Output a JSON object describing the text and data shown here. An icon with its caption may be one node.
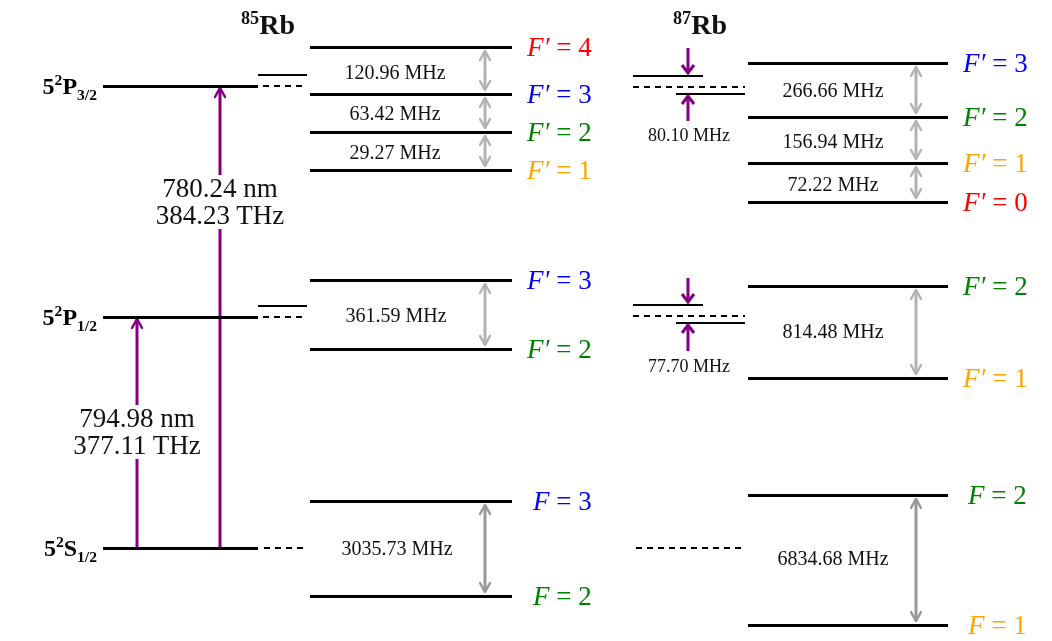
{
  "diagram": {
    "nodes": [
      {
        "text": [
          "5$^{2}$P$_{3/2}$"
        ]
      },
      {
        "text": [
          "5$^{2}$P$_{1/2}$"
        ]
      },
      {
        "text": [
          "5$^{2}$S$_{1/2}$"
        ]
      },
      {
        "text": [
          "*F′* = 4"
        ]
      },
      {
        "text": [
          "*F′* = 3"
        ]
      },
      {
        "text": [
          "*F′* = 2"
        ]
      },
      {
        "text": [
          "*F′* = 1"
        ]
      },
      {
        "text": [
          "*F′* = 3"
        ]
      },
      {
        "text": [
          "*F′* = 2"
        ]
      },
      {
        "text": [
          "*F* = 3"
        ]
      },
      {
        "text": [
          "*F* = 2"
        ]
      },
      {
        "text": [
          "*F′* = 3"
        ]
      },
      {
        "text": [
          "*F′* = 2"
        ]
      },
      {
        "text": [
          "*F′* = 1"
        ]
      },
      {
        "text": [
          "*F′* = 0"
        ]
      },
      {
        "text": [
          "*F′* = 2"
        ]
      },
      {
        "text": [
          "*F′* = 1"
        ]
      },
      {
        "text": [
          "*F* = 2"
        ]
      },
      {
        "text": [
          "*F* = 1"
        ]
      }
    ],
    "edges": [
      {
        "from": 2,
        "to": 1,
        "arrow": "to",
        "label": "794.98 nm 377.11 THz",
        "color": "#800080"
      },
      {
        "from": 2,
        "to": 0,
        "arrow": "to",
        "label": "780.24 nm 384.23 THz",
        "color": "#800080"
      },
      {
        "from": 3,
        "to": 4,
        "arrow": "both",
        "label": "120.96 MHz"
      },
      {
        "from": 4,
        "to": 5,
        "arrow": "both",
        "label": "63.42 MHz"
      },
      {
        "from": 5,
        "to": 6,
        "arrow": "both",
        "label": "29.27 MHz"
      },
      {
        "from": 7,
        "to": 8,
        "arrow": "both",
        "label": "361.59 MHz"
      },
      {
        "from": 9,
        "to": 10,
        "arrow": "both",
        "label": "3035.73 MHz",
        "color": "#999999"
      },
      {
        "from": 11,
        "to": 12,
        "arrow": "both",
        "label": "266.66 MHz"
      },
      {
        "from": 12,
        "to": 13,
        "arrow": "both",
        "label": "156.94 MHz"
      },
      {
        "from": 13,
        "to": 14,
        "arrow": "both",
        "label": "72.22 MHz"
      },
      {
        "from": 15,
        "to": 16,
        "arrow": "both",
        "label": "814.48 MHz"
      },
      {
        "from": 17,
        "to": 18,
        "arrow": "both",
        "label": "6834.68 MHz",
        "color": "#999999"
      }
    ],
    "labels": [
      "$^{85}$Rb",
      "$^{87}$Rb",
      "80.10 MHz",
      "77.70 MHz"
    ]
  }
}
